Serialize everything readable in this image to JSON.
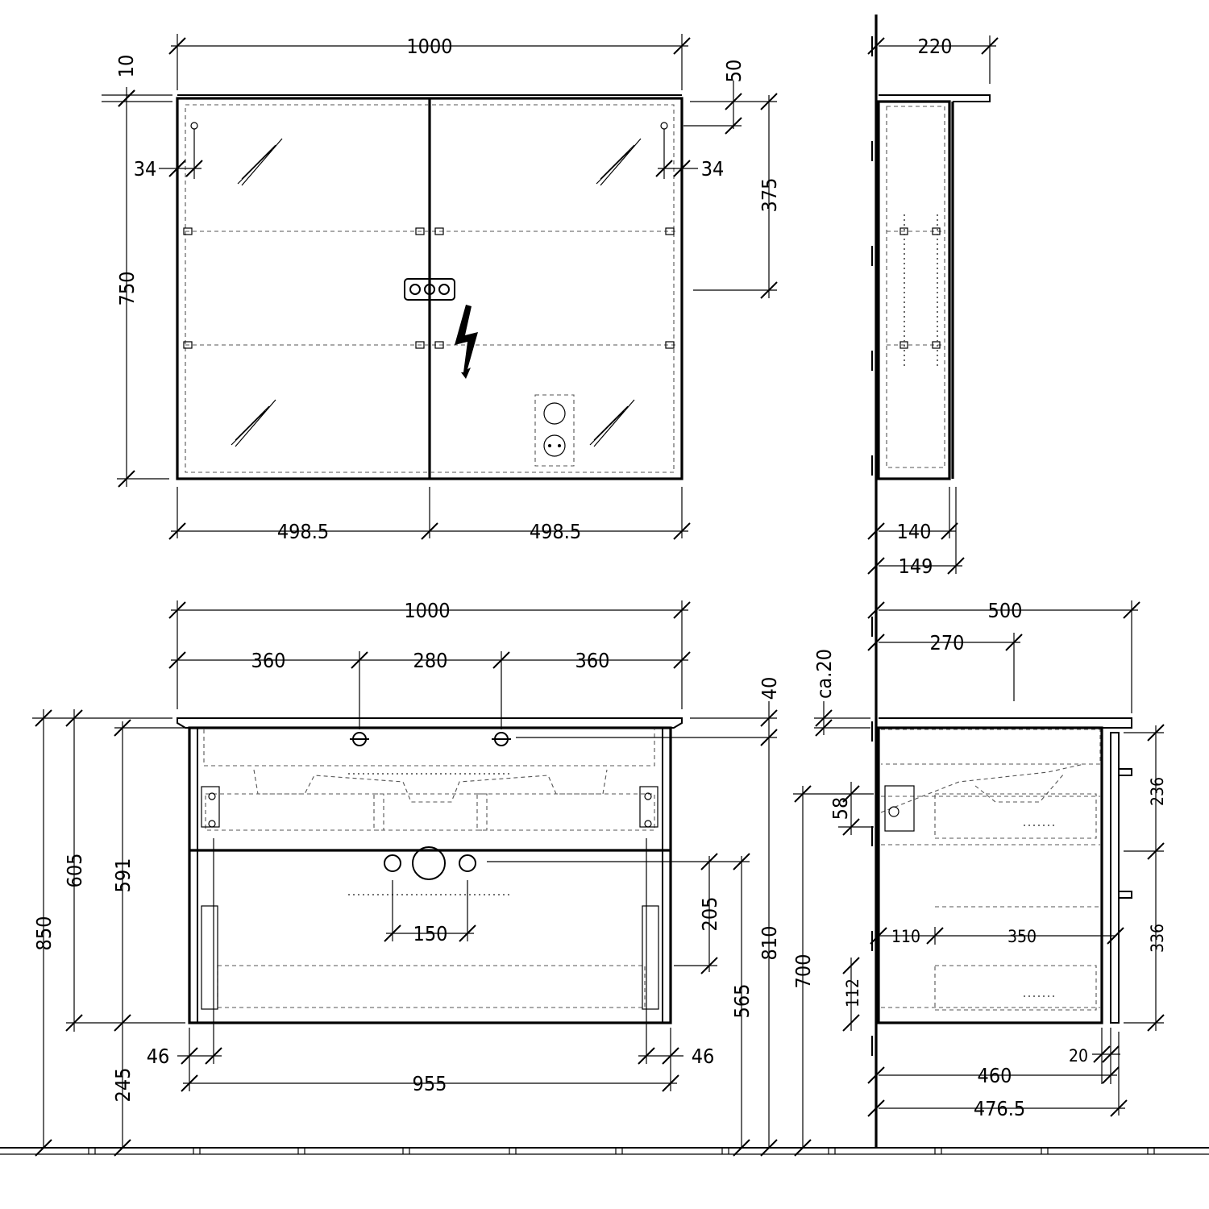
{
  "dimensions": {
    "mirror_width": "1000",
    "mirror_top_offset": "10",
    "mirror_height": "750",
    "mirror_edge_left": "34",
    "mirror_edge_right": "34",
    "mirror_top_gap": "50",
    "mirror_shelf_height": "375",
    "mirror_door_left": "498.5",
    "mirror_door_right": "498.5",
    "mirror_depth_top": "220",
    "mirror_body_depth": "140",
    "mirror_total_depth": "149",
    "vanity_width": "1000",
    "basin_left": "360",
    "basin_center": "280",
    "basin_right": "360",
    "top_thickness": "40",
    "total_height": "850",
    "cabinet_height": "605",
    "carcass_height": "591",
    "floor_clearance": "245",
    "side_offset_left": "46",
    "side_offset_right": "46",
    "carcass_width": "955",
    "pipe_spacing": "150",
    "pipe_height": "205",
    "mount_height_810": "810",
    "mount_height_565": "565",
    "vanity_depth": "500",
    "basin_depth": "270",
    "top_overhang": "ca.20",
    "drawer_top_height": "236",
    "drawer_bottom_height": "336",
    "side_mount_700": "700",
    "side_rail_58": "58",
    "side_rail_112": "112",
    "drawer_offset": "110",
    "drawer_depth": "350",
    "front_thickness": "20",
    "body_depth": "460",
    "overall_depth": "476.5"
  },
  "icons": {
    "electrical": "lightning-bolt-icon",
    "socket": "power-socket-icon",
    "switch": "triple-switch-icon"
  }
}
